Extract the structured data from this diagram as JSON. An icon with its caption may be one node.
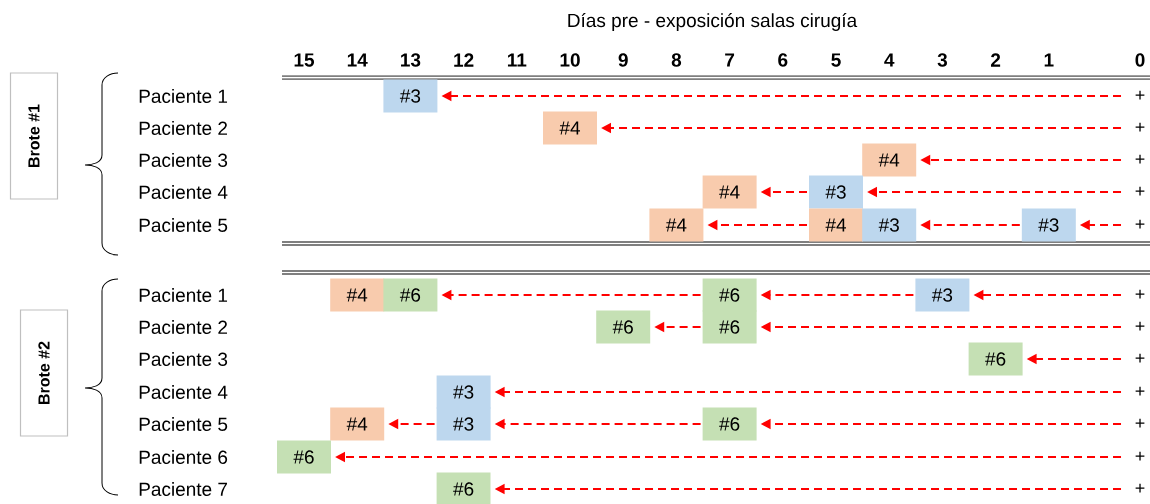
{
  "diagram": {
    "title": "Días pre - exposición salas cirugía",
    "nodes": [
      {
        "text": [
          "Brote #1"
        ]
      },
      {
        "text": [
          "#3"
        ]
      },
      {
        "text": [
          "+"
        ]
      },
      {
        "text": [
          "#4"
        ]
      },
      {
        "text": [
          "+"
        ]
      },
      {
        "text": [
          "#4"
        ]
      },
      {
        "text": [
          "+"
        ]
      },
      {
        "text": [
          "#4"
        ]
      },
      {
        "text": [
          "#3"
        ]
      },
      {
        "text": [
          "+"
        ]
      },
      {
        "text": [
          "#4"
        ]
      },
      {
        "text": [
          "#4"
        ]
      },
      {
        "text": [
          "#3"
        ]
      },
      {
        "text": [
          "#3"
        ]
      },
      {
        "text": [
          "+"
        ]
      },
      {
        "text": [
          "Brote #2"
        ]
      },
      {
        "text": [
          "#4"
        ]
      },
      {
        "text": [
          "#6"
        ]
      },
      {
        "text": [
          "#6"
        ]
      },
      {
        "text": [
          "#3"
        ]
      },
      {
        "text": [
          "+"
        ]
      },
      {
        "text": [
          "#6"
        ]
      },
      {
        "text": [
          "#6"
        ]
      },
      {
        "text": [
          "+"
        ]
      },
      {
        "text": [
          "#6"
        ]
      },
      {
        "text": [
          "+"
        ]
      },
      {
        "text": [
          "#3"
        ]
      },
      {
        "text": [
          "+"
        ]
      },
      {
        "text": [
          "#4"
        ]
      },
      {
        "text": [
          "#3"
        ]
      },
      {
        "text": [
          "#6"
        ]
      },
      {
        "text": [
          "+"
        ]
      },
      {
        "text": [
          "#6"
        ]
      },
      {
        "text": [
          "+"
        ]
      },
      {
        "text": [
          "#6"
        ]
      },
      {
        "text": [
          "+"
        ]
      }
    ],
    "edges": [
      {
        "from": 2,
        "to": 1,
        "arrow": "to",
        "style": "dashed"
      },
      {
        "from": 4,
        "to": 3,
        "arrow": "to",
        "style": "dashed"
      },
      {
        "from": 6,
        "to": 5,
        "arrow": "to",
        "style": "dashed"
      },
      {
        "from": 9,
        "to": 8,
        "arrow": "to",
        "style": "dashed"
      },
      {
        "from": 8,
        "to": 7,
        "arrow": "to",
        "style": "dashed"
      },
      {
        "from": 14,
        "to": 13,
        "arrow": "to",
        "style": "dashed"
      },
      {
        "from": 13,
        "to": 12,
        "arrow": "to",
        "style": "dashed"
      },
      {
        "from": 11,
        "to": 10,
        "arrow": "to",
        "style": "dashed"
      },
      {
        "from": 20,
        "to": 19,
        "arrow": "to",
        "style": "dashed"
      },
      {
        "from": 19,
        "to": 18,
        "arrow": "to",
        "style": "dashed"
      },
      {
        "from": 18,
        "to": 17,
        "arrow": "to",
        "style": "dashed"
      },
      {
        "from": 23,
        "to": 22,
        "arrow": "to",
        "style": "dashed"
      },
      {
        "from": 22,
        "to": 21,
        "arrow": "to",
        "style": "dashed"
      },
      {
        "from": 25,
        "to": 24,
        "arrow": "to",
        "style": "dashed"
      },
      {
        "from": 27,
        "to": 26,
        "arrow": "to",
        "style": "dashed"
      },
      {
        "from": 31,
        "to": 30,
        "arrow": "to",
        "style": "dashed"
      },
      {
        "from": 30,
        "to": 29,
        "arrow": "to",
        "style": "dashed"
      },
      {
        "from": 29,
        "to": 28,
        "arrow": "to",
        "style": "dashed"
      },
      {
        "from": 33,
        "to": 32,
        "arrow": "to",
        "style": "dashed"
      },
      {
        "from": 35,
        "to": 34,
        "arrow": "to",
        "style": "dashed"
      }
    ],
    "labels": [
      "15",
      "14",
      "13",
      "12",
      "11",
      "10",
      "9",
      "8",
      "7",
      "6",
      "5",
      "4",
      "3",
      "2",
      "1",
      "0",
      "Paciente 1",
      "Paciente 2",
      "Paciente 3",
      "Paciente 4",
      "Paciente 5",
      "Paciente 1",
      "Paciente 2",
      "Paciente 3",
      "Paciente 4",
      "Paciente 5",
      "Paciente 6",
      "Paciente 7"
    ]
  }
}
